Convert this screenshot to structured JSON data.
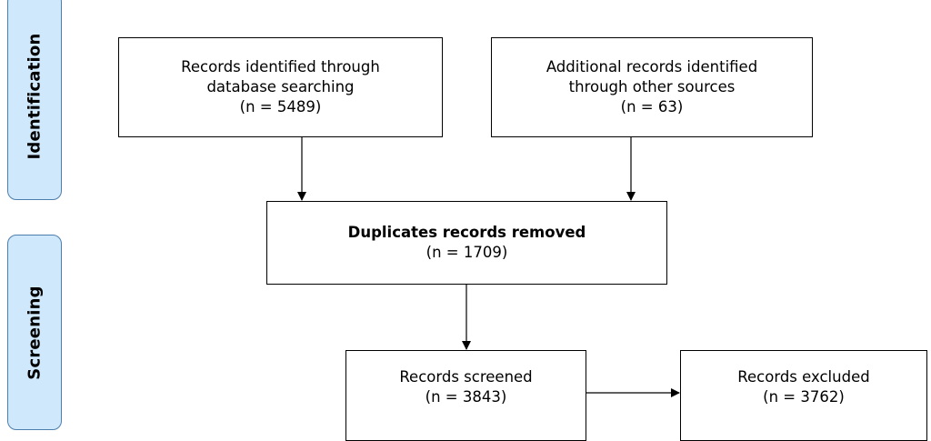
{
  "stages": {
    "identification": "Identification",
    "screening": "Screening"
  },
  "boxes": {
    "database": {
      "line1": "Records identified through",
      "line2": "database searching",
      "count": "(n = 5489)"
    },
    "other_sources": {
      "line1": "Additional records identified",
      "line2": "through other sources",
      "count": "(n = 63)"
    },
    "duplicates": {
      "title": "Duplicates records removed",
      "count": "(n = 1709)"
    },
    "screened": {
      "title": "Records screened",
      "count": "(n = 3843)"
    },
    "excluded": {
      "title": "Records excluded",
      "count": "(n = 3762)"
    }
  },
  "colors": {
    "stage_fill": "#cfe8fb",
    "stage_border": "#4d7fae",
    "line": "#000000"
  }
}
